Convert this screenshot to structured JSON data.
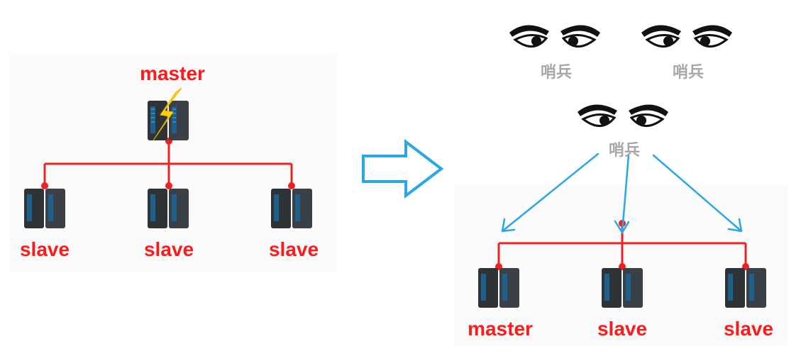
{
  "before": {
    "master_label": "master",
    "slave_labels": [
      "slave",
      "slave",
      "slave"
    ]
  },
  "after": {
    "sentinel_labels": [
      "哨兵",
      "哨兵",
      "哨兵"
    ],
    "node_labels": [
      "master",
      "slave",
      "slave"
    ]
  },
  "colors": {
    "line_red": "#ee2222",
    "label_red": "#ff1a1a",
    "arrow_blue": "#2aa7e6",
    "sentinel_gray": "#a8a8a8",
    "lightning": "#ffd400"
  }
}
